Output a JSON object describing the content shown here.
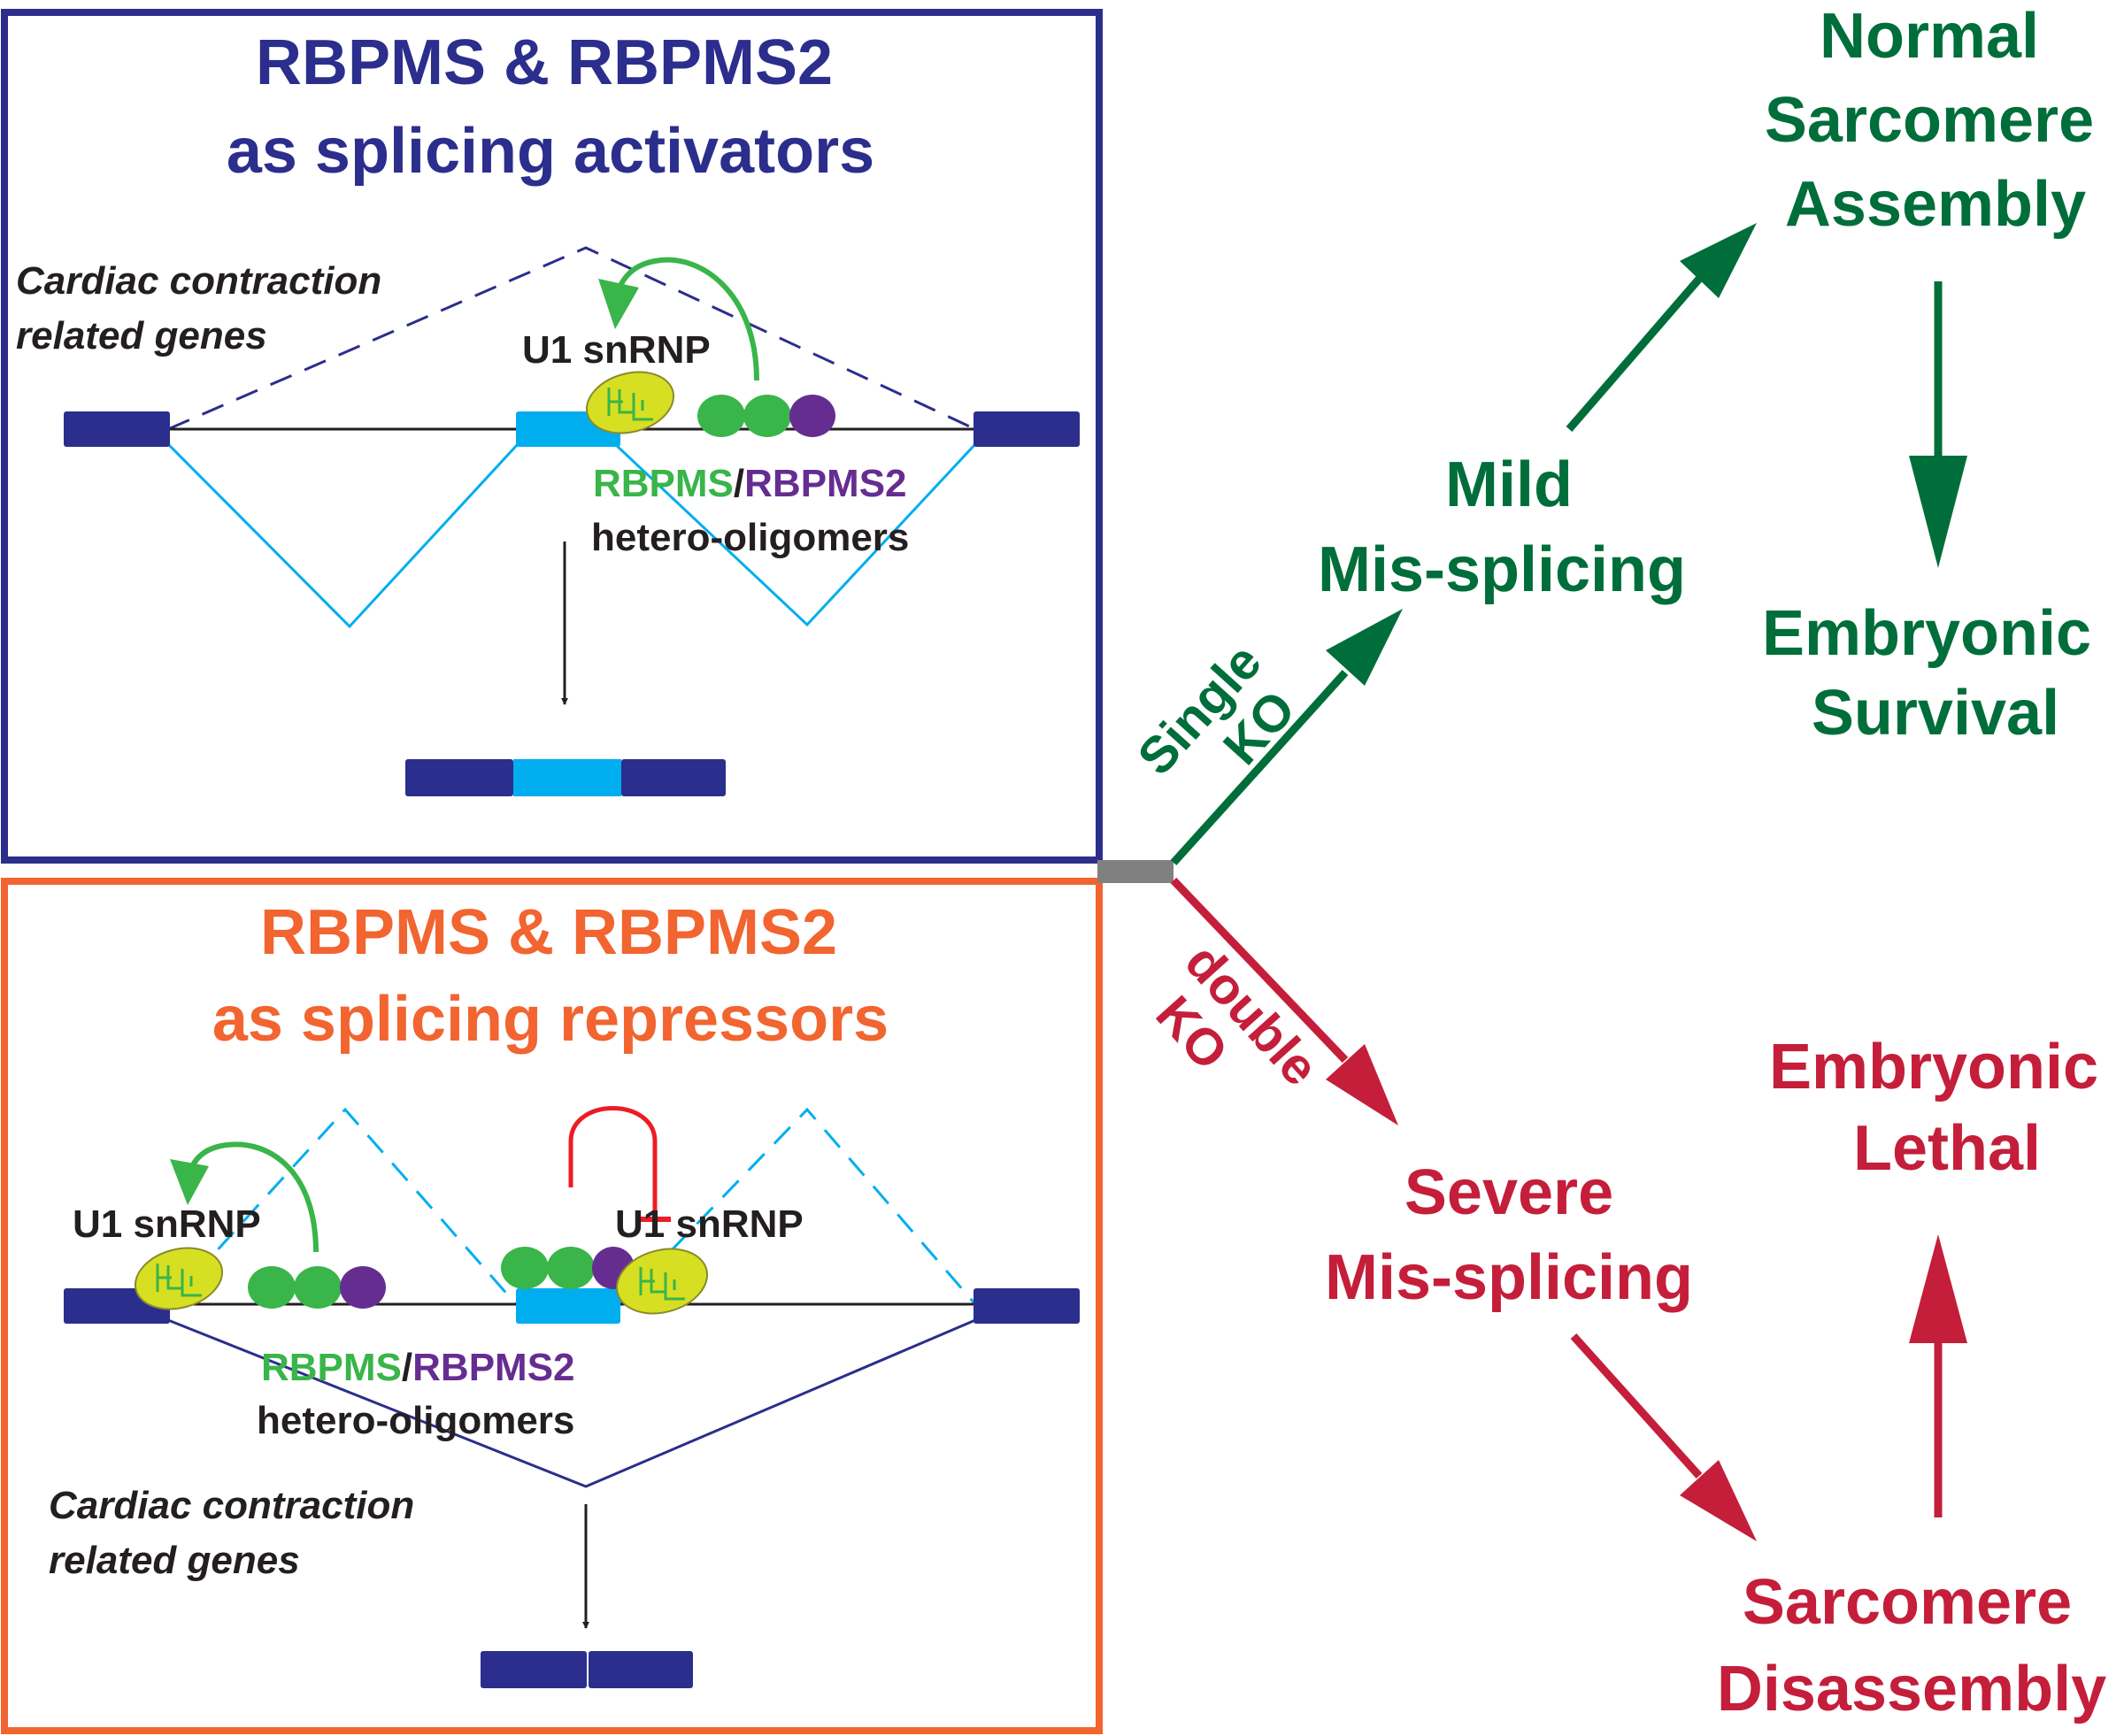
{
  "colors": {
    "navy": "#2b2e8c",
    "orange": "#f26430",
    "green": "#006e3a",
    "red": "#c41e3a",
    "exon_light": "#00aeef",
    "rbpms_green": "#39b54a",
    "rbpms2_purple": "#662d91",
    "u1_yellow": "#d7df23",
    "connector_gray": "#808080",
    "black": "#231f20"
  },
  "activator_panel": {
    "title_line1": "RBPMS & RBPMS2",
    "title_line2": "as splicing activators",
    "gene_label_line1": "Cardiac contraction",
    "gene_label_line2": "related genes",
    "u1_label": "U1 snRNP",
    "protein_rbpms": "RBPMS",
    "protein_slash": "/",
    "protein_rbpms2": "RBPMS2",
    "oligomer_label": "hetero-oligomers"
  },
  "repressor_panel": {
    "title_line1": "RBPMS & RBPMS2",
    "title_line2": "as splicing repressors",
    "u1_label_left": "U1 snRNP",
    "u1_label_right": "U1 snRNP",
    "protein_rbpms": "RBPMS",
    "protein_slash": "/",
    "protein_rbpms2": "RBPMS2",
    "oligomer_label": "hetero-oligomers",
    "gene_label_line1": "Cardiac contraction",
    "gene_label_line2": "related genes"
  },
  "outcomes": {
    "single_ko_line1": "Single",
    "single_ko_line2": "KO",
    "double_ko_line1": "double",
    "double_ko_line2": "KO",
    "mild_line1": "Mild",
    "mild_line2": "Mis-splicing",
    "normal_line1": "Normal",
    "normal_line2": "Sarcomere",
    "normal_line3": "Assembly",
    "survival_line1": "Embryonic",
    "survival_line2": "Survival",
    "severe_line1": "Severe",
    "severe_line2": "Mis-splicing",
    "disassembly_line1": "Sarcomere",
    "disassembly_line2": "Disassembly",
    "lethal_line1": "Embryonic",
    "lethal_line2": "Lethal"
  }
}
